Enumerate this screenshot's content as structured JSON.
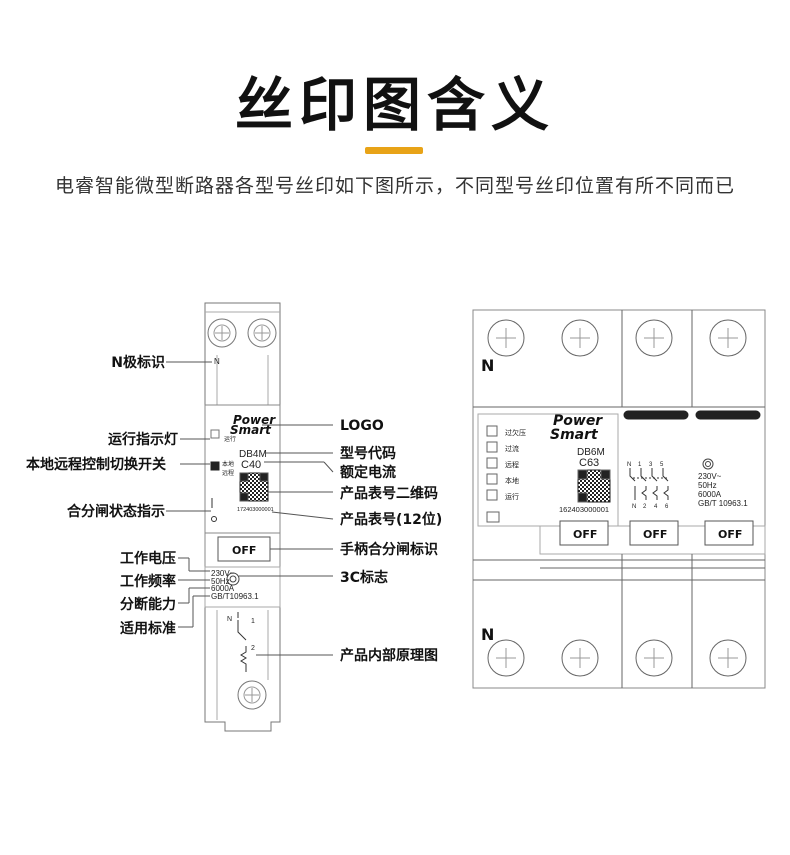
{
  "header": {
    "title": "丝印图含义",
    "subtitle": "电睿智能微型断路器各型号丝印如下图所示，不同型号丝印位置有所不同而已",
    "accent_color": "#e8a317"
  },
  "left_breaker": {
    "logo_line1": "Power",
    "logo_line2": "Smart",
    "model": "DB4M",
    "rating": "C40",
    "serial": "172403000001",
    "off_label": "OFF",
    "voltage": "230V~",
    "frequency": "50Hz",
    "capacity": "6000A",
    "standard": "GB/T10963.1",
    "n_mark": "N",
    "run_label": "运行",
    "local_label": "本地",
    "remote_label": "远程",
    "schematic_n": "N",
    "schematic_1": "1",
    "schematic_2": "2"
  },
  "callouts_left": [
    {
      "text": "N极标识"
    },
    {
      "text": "运行指示灯"
    },
    {
      "text": "本地远程控制切换开关"
    },
    {
      "text": "合分闸状态指示"
    },
    {
      "text": "工作电压"
    },
    {
      "text": "工作频率"
    },
    {
      "text": "分断能力"
    },
    {
      "text": "适用标准"
    }
  ],
  "callouts_right": [
    {
      "text": "LOGO"
    },
    {
      "text": "型号代码"
    },
    {
      "text": "额定电流"
    },
    {
      "text": "产品表号二维码"
    },
    {
      "text": "产品表号(12位)"
    },
    {
      "text": "手柄合分闸标识"
    },
    {
      "text": "3C标志"
    },
    {
      "text": "产品内部原理图"
    }
  ],
  "right_breaker": {
    "logo_line1": "Power",
    "logo_line2": "Smart",
    "model": "DB6M",
    "rating": "C63",
    "serial": "162403000001",
    "off_labels": [
      "OFF",
      "OFF",
      "OFF"
    ],
    "n_top": "N",
    "n_bottom": "N",
    "indicators": [
      "过欠压",
      "过流",
      "远程",
      "本地",
      "运行"
    ],
    "voltage": "230V~",
    "frequency": "50Hz",
    "capacity": "6000A",
    "standard": "GB/T 10963.1",
    "schematic_top": [
      "N",
      "1",
      "3",
      "5"
    ],
    "schematic_bottom": [
      "N",
      "2",
      "4",
      "6"
    ]
  }
}
